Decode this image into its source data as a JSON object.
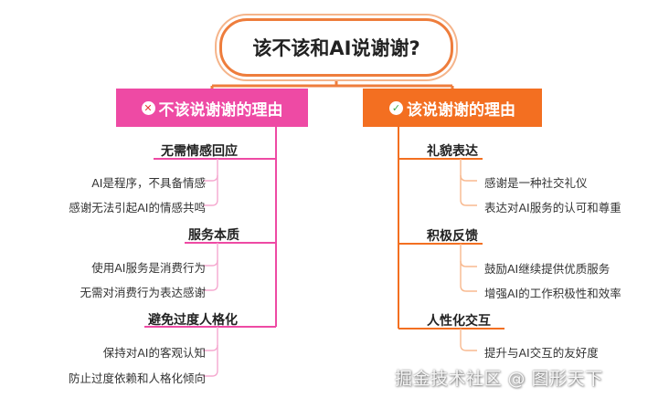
{
  "title": "该不该和AI说谢谢?",
  "left_branch": {
    "label": "不该说谢谢的理由",
    "icon": "x-circle-icon",
    "color": "#ee4aa4",
    "topics": [
      {
        "label": "无需情感回应",
        "items": [
          "AI是程序，不具备情感",
          "感谢无法引起AI的情感共鸣"
        ]
      },
      {
        "label": "服务本质",
        "items": [
          "使用AI服务是消费行为",
          "无需对消费行为表达感谢"
        ]
      },
      {
        "label": "避免过度人格化",
        "items": [
          "保持对AI的客观认知",
          "防止过度依赖和人格化倾向"
        ]
      }
    ]
  },
  "right_branch": {
    "label": "该说谢谢的理由",
    "icon": "check-circle-icon",
    "color": "#f36f21",
    "topics": [
      {
        "label": "礼貌表达",
        "items": [
          "感谢是一种社交礼仪",
          "表达对AI服务的认可和尊重"
        ]
      },
      {
        "label": "积极反馈",
        "items": [
          "鼓励AI继续提供优质服务",
          "增强AI的工作积极性和效率"
        ]
      },
      {
        "label": "人性化交互",
        "items": [
          "提升与AI交互的友好度"
        ]
      }
    ]
  },
  "watermark": "掘金技术社区 @ 图形天下"
}
